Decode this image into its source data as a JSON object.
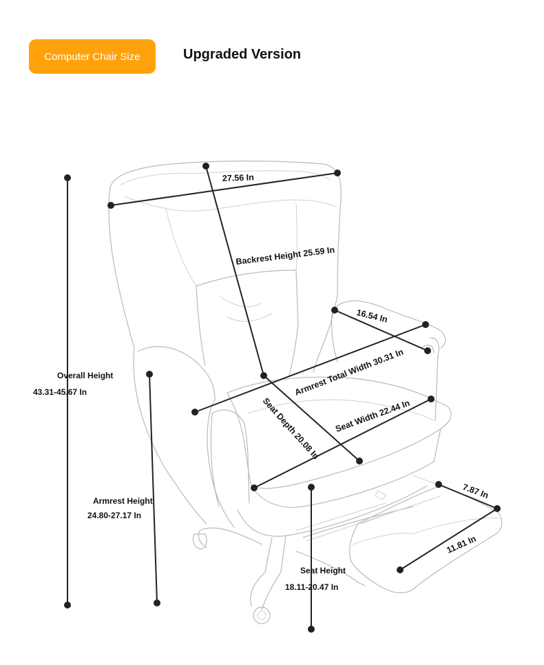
{
  "header": {
    "badge_label": "Computer Chair Size",
    "title": "Upgraded Version"
  },
  "dimensions": {
    "top_width": "27.56 In",
    "backrest_height": "Backrest Height 25.59 In",
    "armrest_depth": "16.54 In",
    "armrest_total_width": "Armrest Total Width 30.31 In",
    "seat_width": "Seat Width 22.44 In",
    "seat_depth": "Seat Depth 20.08 In",
    "footrest_width": "7.87 In",
    "footrest_length": "11.81 In",
    "overall_height_label": "Overall Height",
    "overall_height_value": "43.31-45.67 In",
    "armrest_height_label": "Armrest Height",
    "armrest_height_value": "24.80-27.17 In",
    "seat_height_label": "Seat Height",
    "seat_height_value": "18.11-20.47 In"
  }
}
